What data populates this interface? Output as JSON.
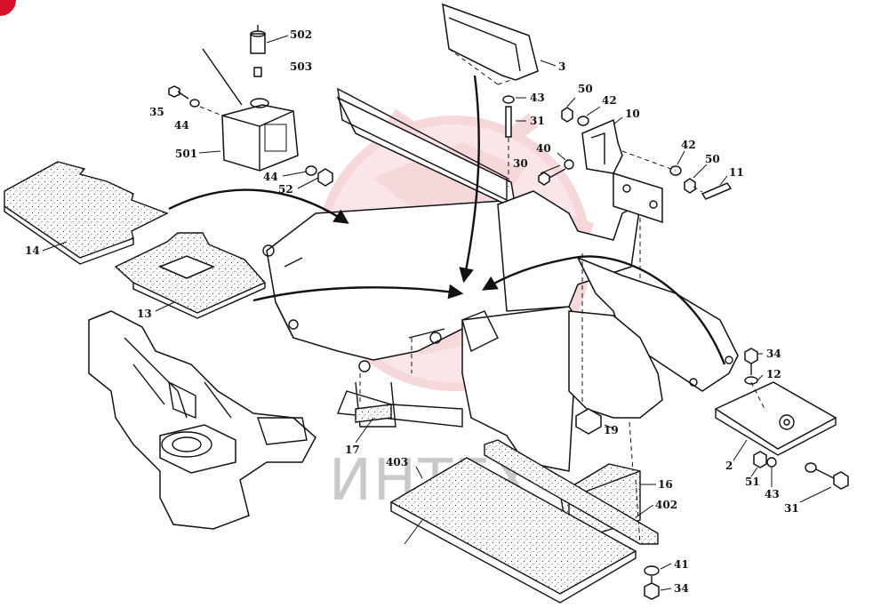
{
  "watermark": "ИНТЕХ",
  "colors": {
    "ink": "#111111",
    "watermark": "#f1b9bd",
    "corner_badge": "#d6112a"
  },
  "callouts": [
    {
      "id": "502",
      "text": "502"
    },
    {
      "id": "503",
      "text": "503"
    },
    {
      "id": "35",
      "text": "35"
    },
    {
      "id": "44a",
      "text": "44"
    },
    {
      "id": "501",
      "text": "501"
    },
    {
      "id": "44b",
      "text": "44"
    },
    {
      "id": "52",
      "text": "52"
    },
    {
      "id": "14",
      "text": "14"
    },
    {
      "id": "13",
      "text": "13"
    },
    {
      "id": "3",
      "text": "3"
    },
    {
      "id": "43a",
      "text": "43"
    },
    {
      "id": "31a",
      "text": "31"
    },
    {
      "id": "50a",
      "text": "50"
    },
    {
      "id": "42a",
      "text": "42"
    },
    {
      "id": "10",
      "text": "10"
    },
    {
      "id": "40",
      "text": "40"
    },
    {
      "id": "30",
      "text": "30"
    },
    {
      "id": "42b",
      "text": "42"
    },
    {
      "id": "50b",
      "text": "50"
    },
    {
      "id": "11",
      "text": "11"
    },
    {
      "id": "34a",
      "text": "34"
    },
    {
      "id": "12",
      "text": "12"
    },
    {
      "id": "2",
      "text": "2"
    },
    {
      "id": "51",
      "text": "51"
    },
    {
      "id": "43b",
      "text": "43"
    },
    {
      "id": "31b",
      "text": "31"
    },
    {
      "id": "19",
      "text": "19"
    },
    {
      "id": "17",
      "text": "17"
    },
    {
      "id": "403",
      "text": "403"
    },
    {
      "id": "16",
      "text": "16"
    },
    {
      "id": "402",
      "text": "402"
    },
    {
      "id": "41",
      "text": "41"
    },
    {
      "id": "34b",
      "text": "34"
    }
  ]
}
